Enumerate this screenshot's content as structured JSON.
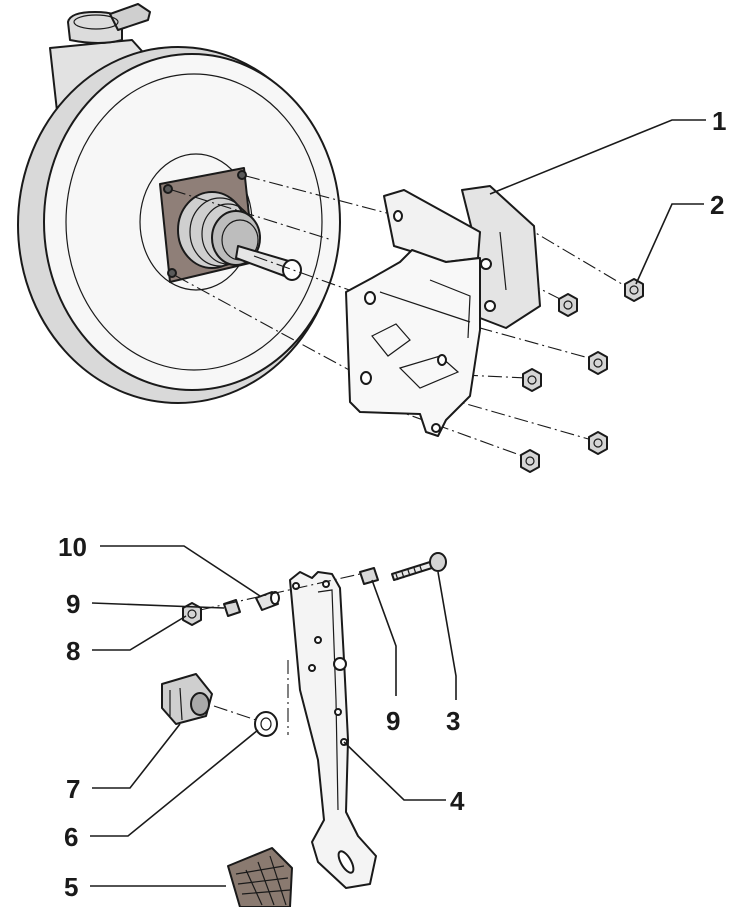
{
  "callouts": [
    {
      "id": "1",
      "text": "1"
    },
    {
      "id": "2",
      "text": "2"
    },
    {
      "id": "3",
      "text": "3"
    },
    {
      "id": "4",
      "text": "4"
    },
    {
      "id": "5",
      "text": "5"
    },
    {
      "id": "6",
      "text": "6"
    },
    {
      "id": "7",
      "text": "7"
    },
    {
      "id": "8",
      "text": "8"
    },
    {
      "id": "9a",
      "text": "9"
    },
    {
      "id": "9b",
      "text": "9"
    },
    {
      "id": "10",
      "text": "10"
    }
  ],
  "colors": {
    "line": "#1a1a1a",
    "shade": "#c9c9c9",
    "flange": "#8f7f78",
    "pad": "#8a7a70",
    "background": "#ffffff"
  }
}
